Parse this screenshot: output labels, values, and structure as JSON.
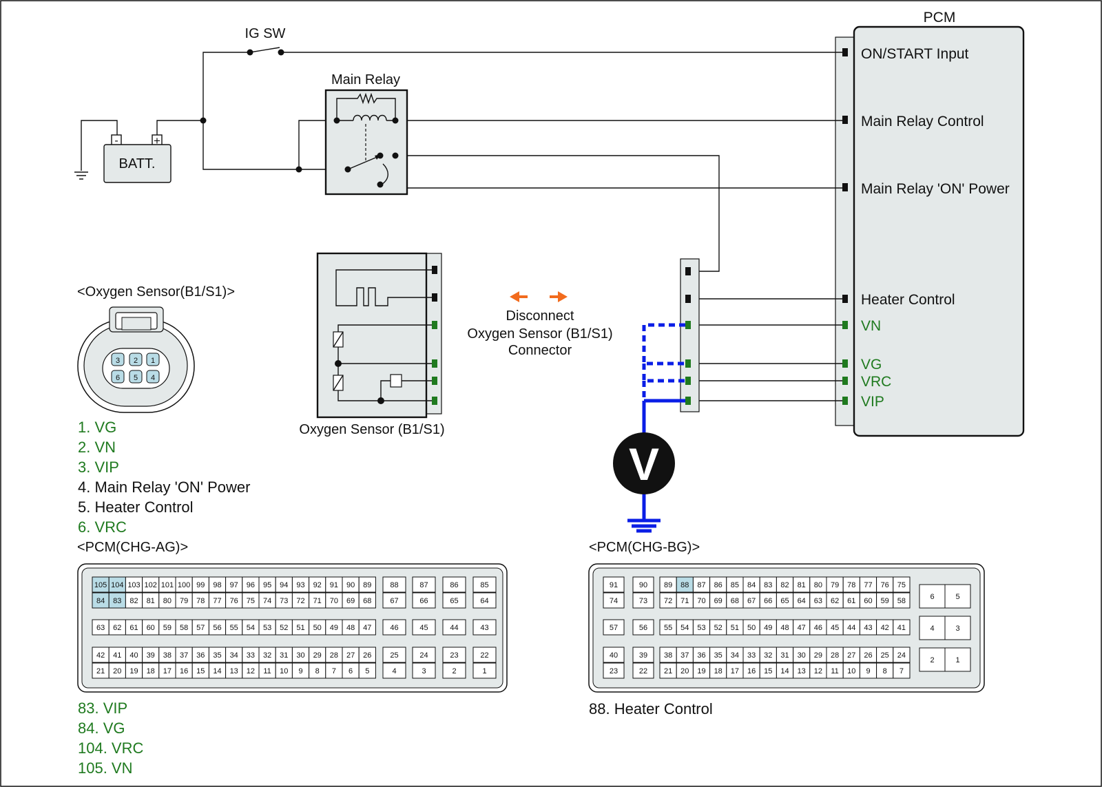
{
  "labels": {
    "pcm": "PCM",
    "ig_sw": "IG SW",
    "main_relay": "Main Relay",
    "batt": "BATT.",
    "batt_neg": "-",
    "batt_pos": "+",
    "pcm_on_start": "ON/START Input",
    "pcm_main_relay_control": "Main Relay Control",
    "pcm_main_relay_on_power": "Main Relay 'ON' Power",
    "pcm_heater_control": "Heater Control",
    "pcm_vn": "VN",
    "pcm_vg": "VG",
    "pcm_vrc": "VRC",
    "pcm_vip": "VIP",
    "disconnect_line1": "Disconnect",
    "disconnect_line2": "Oxygen Sensor (B1/S1)",
    "disconnect_line3": "Connector",
    "sensor_caption": "Oxygen Sensor (B1/S1)",
    "voltmeter": "V"
  },
  "oxygen_connector": {
    "title": "<Oxygen Sensor(B1/S1)>",
    "pins": [
      "3",
      "2",
      "1",
      "6",
      "5",
      "4"
    ],
    "pinout": [
      {
        "text": "1. VG",
        "color": "#1f7a1f"
      },
      {
        "text": "2. VN",
        "color": "#1f7a1f"
      },
      {
        "text": "3. VIP",
        "color": "#1f7a1f"
      },
      {
        "text": "4. Main Relay 'ON' Power",
        "color": "#111111"
      },
      {
        "text": "5. Heater Control",
        "color": "#111111"
      },
      {
        "text": "6. VRC",
        "color": "#1f7a1f"
      }
    ]
  },
  "pcm_ag": {
    "title": "<PCM(CHG-AG)>",
    "rows": [
      [
        "105",
        "104",
        "103",
        "102",
        "101",
        "100",
        "99",
        "98",
        "97",
        "96",
        "95",
        "94",
        "93",
        "92",
        "91",
        "90",
        "89"
      ],
      [
        "84",
        "83",
        "82",
        "81",
        "80",
        "79",
        "78",
        "77",
        "76",
        "75",
        "74",
        "73",
        "72",
        "71",
        "70",
        "69",
        "68"
      ],
      [
        "63",
        "62",
        "61",
        "60",
        "59",
        "58",
        "57",
        "56",
        "55",
        "54",
        "53",
        "52",
        "51",
        "50",
        "49",
        "48",
        "47"
      ],
      [
        "42",
        "41",
        "40",
        "39",
        "38",
        "37",
        "36",
        "35",
        "34",
        "33",
        "32",
        "31",
        "30",
        "29",
        "28",
        "27",
        "26"
      ],
      [
        "21",
        "20",
        "19",
        "18",
        "17",
        "16",
        "15",
        "14",
        "13",
        "12",
        "11",
        "10",
        "9",
        "8",
        "7",
        "6",
        "5"
      ]
    ],
    "side": [
      [
        "88",
        "87",
        "86",
        "85"
      ],
      [
        "67",
        "66",
        "65",
        "64"
      ],
      [
        "46",
        "45",
        "44",
        "43"
      ],
      [
        "25",
        "24",
        "23",
        "22"
      ],
      [
        "4",
        "3",
        "2",
        "1"
      ]
    ],
    "highlight": [
      "105",
      "104",
      "84",
      "83"
    ],
    "pinout": [
      {
        "text": "83. VIP",
        "color": "#1f7a1f"
      },
      {
        "text": "84. VG",
        "color": "#1f7a1f"
      },
      {
        "text": "104. VRC",
        "color": "#1f7a1f"
      },
      {
        "text": "105. VN",
        "color": "#1f7a1f"
      }
    ]
  },
  "pcm_bg": {
    "title": "<PCM(CHG-BG)>",
    "left": [
      [
        "91",
        "90"
      ],
      [
        "74",
        "73"
      ],
      [
        "57",
        "56"
      ],
      [
        "40",
        "39"
      ],
      [
        "23",
        "22"
      ]
    ],
    "rows": [
      [
        "89",
        "88",
        "87",
        "86",
        "85",
        "84",
        "83",
        "82",
        "81",
        "80",
        "79",
        "78",
        "77",
        "76",
        "75"
      ],
      [
        "72",
        "71",
        "70",
        "69",
        "68",
        "67",
        "66",
        "65",
        "64",
        "63",
        "62",
        "61",
        "60",
        "59",
        "58"
      ],
      [
        "55",
        "54",
        "53",
        "52",
        "51",
        "50",
        "49",
        "48",
        "47",
        "46",
        "45",
        "44",
        "43",
        "42",
        "41"
      ],
      [
        "38",
        "37",
        "36",
        "35",
        "34",
        "33",
        "32",
        "31",
        "30",
        "29",
        "28",
        "27",
        "26",
        "25",
        "24"
      ],
      [
        "21",
        "20",
        "19",
        "18",
        "17",
        "16",
        "15",
        "14",
        "13",
        "12",
        "11",
        "10",
        "9",
        "8",
        "7"
      ]
    ],
    "side": [
      [
        "6",
        "5"
      ],
      [
        "4",
        "3"
      ],
      [
        "2",
        "1"
      ]
    ],
    "highlight": [
      "88"
    ],
    "pinout": [
      {
        "text": "88. Heater Control",
        "color": "#111111"
      }
    ]
  },
  "colors": {
    "green": "#1f7a1f",
    "probe": "#0a1ee6",
    "arrow": "#f26b1d",
    "highlight": "#b9dce6",
    "panel": "#e4e9e9"
  }
}
